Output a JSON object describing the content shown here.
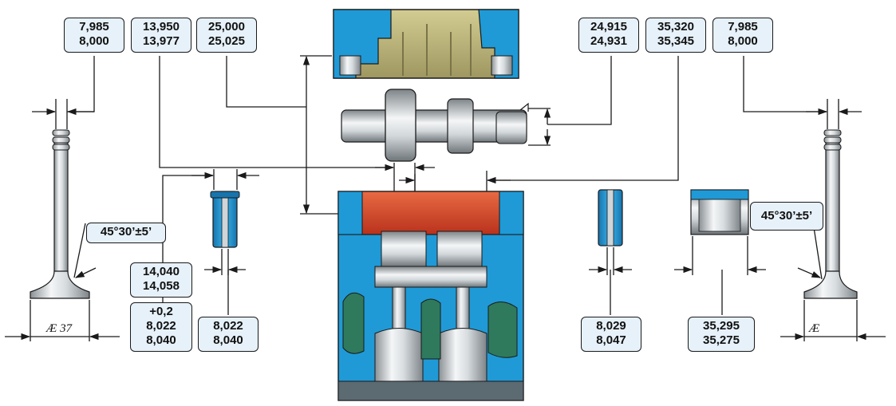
{
  "colors": {
    "background": "#ffffff",
    "label_fill": "#e6f1f9",
    "head_blue": "#1f9ad6",
    "head_red": "#d8452a",
    "head_green": "#2f7a5c",
    "cover_khaki": "#b9b27a",
    "steel_light": "#e8ebed",
    "steel_dark": "#8a9094",
    "outline": "#1a1a1a"
  },
  "labels": {
    "intake_stem": [
      "7,985",
      "8,000"
    ],
    "cam_journal_small": [
      "13,950",
      "13,977"
    ],
    "cam_bore_small": [
      "25,000",
      "25,025"
    ],
    "cam_journal_mid": [
      "24,915",
      "24,931"
    ],
    "cam_bore_mid": [
      "35,320",
      "35,345"
    ],
    "exhaust_stem": [
      "7,985",
      "8,000"
    ],
    "intake_seat_angle": "45°30’±5’",
    "intake_guide_od": [
      "14,040",
      "14,058"
    ],
    "intake_guide_bore": [
      "+0,2",
      "8,022",
      "8,040"
    ],
    "intake_guide_id": [
      "8,022",
      "8,040"
    ],
    "exhaust_guide_id": [
      "8,029",
      "8,047"
    ],
    "tappet_od": [
      "35,295",
      "35,275"
    ],
    "exhaust_seat_angle": "45°30’±5’",
    "intake_head_diameter": "Æ 37",
    "exhaust_head_diameter": "Æ"
  }
}
